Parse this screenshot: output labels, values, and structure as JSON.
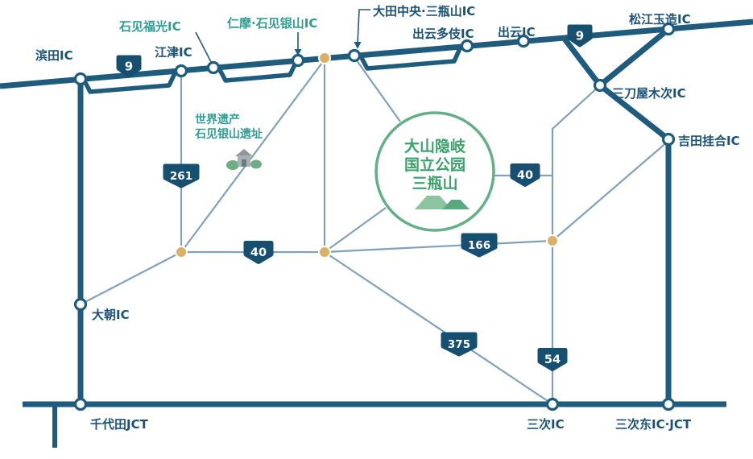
{
  "colors": {
    "expressway": "#1e5b7d",
    "ordinary_road": "#7fa2ba",
    "route_shield": "#174f70",
    "highlight_teal": "#2f9e92",
    "park_green": "#3ba26b",
    "park_circle_border": "#63b087",
    "junction_dot_tan": "#d9b065"
  },
  "labels": {
    "hamada": "滨田IC",
    "gotsu": "江津IC",
    "iwami_fukumitsu": "石见福光IC",
    "nima_ginzan": "仁摩·石见银山IC",
    "ohda_sanbe": "大田中央·三瓶山IC",
    "izumo_taki": "出云多伎IC",
    "izumo": "出云IC",
    "matsue_tamatsukuri": "松江玉造IC",
    "mitoya_kisuki": "三刀屋木次IC",
    "yoshida_kakeai": "吉田挂合IC",
    "oasa": "大朝IC",
    "chiyoda": "千代田JCT",
    "miyoshi": "三次IC",
    "miyoshi_higashi": "三次东IC·JCT"
  },
  "shields": {
    "s9_west": "9",
    "s9_east": "9",
    "s261": "261",
    "s40_west": "40",
    "s40_east": "40",
    "s166": "166",
    "s375": "375",
    "s54": "54"
  },
  "park_circle": {
    "line1": "大山隐岐",
    "line2": "国立公园",
    "line3": "三瓶山"
  },
  "heritage": {
    "line1": "世界遗产",
    "line2": "石见银山遗址"
  }
}
